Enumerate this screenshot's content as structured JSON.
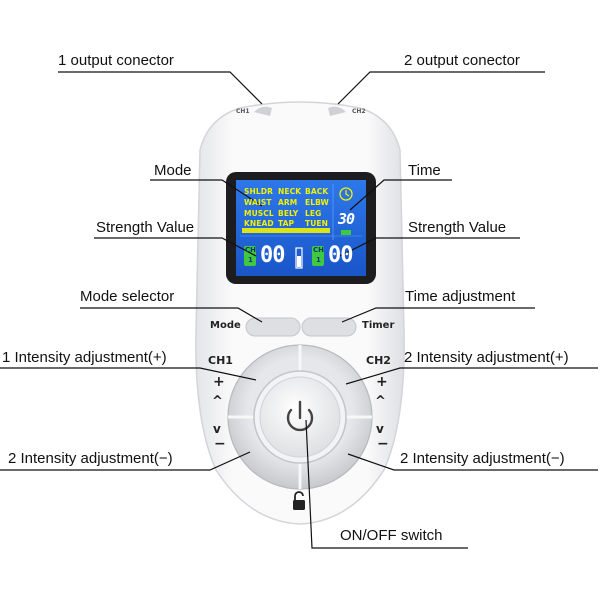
{
  "callouts": {
    "output1": "1 output conector",
    "output2": "2 output conector",
    "mode": "Mode",
    "time": "Time",
    "strength_left": "Strength Value",
    "strength_right": "Strength Value",
    "mode_selector": "Mode selector",
    "time_adjustment": "Time adjustment",
    "intensity1_plus": "1 Intensity adjustment(+)",
    "intensity2_plus": "2 Intensity adjustment(+)",
    "intensity1_minus": "2 Intensity adjustment(−)",
    "intensity2_minus": "2 Intensity adjustment(−)",
    "onoff": "ON/OFF switch"
  },
  "device": {
    "port1": "CH1",
    "port2": "CH2",
    "mode_btn": "Mode",
    "timer_btn": "Timer",
    "ch1": "CH1",
    "ch2": "CH2",
    "plus": "+",
    "minus": "−",
    "up": "^",
    "down": "v"
  },
  "lcd": {
    "body_parts": [
      "SHLDR",
      "NECK",
      "BACK",
      "WAIST",
      "ARM",
      "ELBW",
      "MUSCL",
      "BELY",
      "LEG",
      "KNEAD",
      "TAP",
      "TUEN"
    ],
    "timer_value": "30",
    "strength_ch1": "00",
    "strength_ch2": "00",
    "ch1_tag": "CH",
    "ch2_tag": "CH",
    "ch1_num": "1",
    "ch2_num": "1"
  },
  "colors": {
    "lcd_bg": "#1f63d8",
    "lcd_text": "#f2f200",
    "lcd_accent": "#3ec93e",
    "device_body": "#f4f4f6",
    "button_ring": "#c9cbd0"
  }
}
